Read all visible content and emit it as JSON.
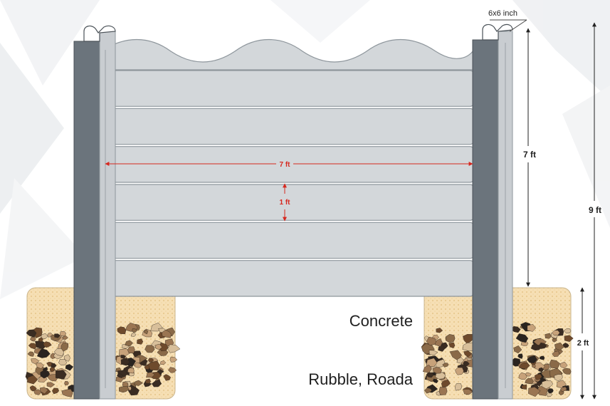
{
  "diagram": {
    "post_size_label": "6x6 inch",
    "panel_width_label": "7 ft",
    "panel_height_label": "1 ft",
    "wall_height_label": "7 ft",
    "total_height_label": "9 ft",
    "foundation_depth_label": "2 ft",
    "concrete_label": "Concrete",
    "rubble_label": "Rubble, Roada",
    "panel_count": 6
  },
  "colors": {
    "post": "#6b747c",
    "post_edge": "#4a5157",
    "panel": "#d3d7da",
    "panel_edge": "#8e969c",
    "concrete": "#f6dfb4",
    "dimension_red": "#d6281f",
    "text": "#1f1f1f"
  }
}
